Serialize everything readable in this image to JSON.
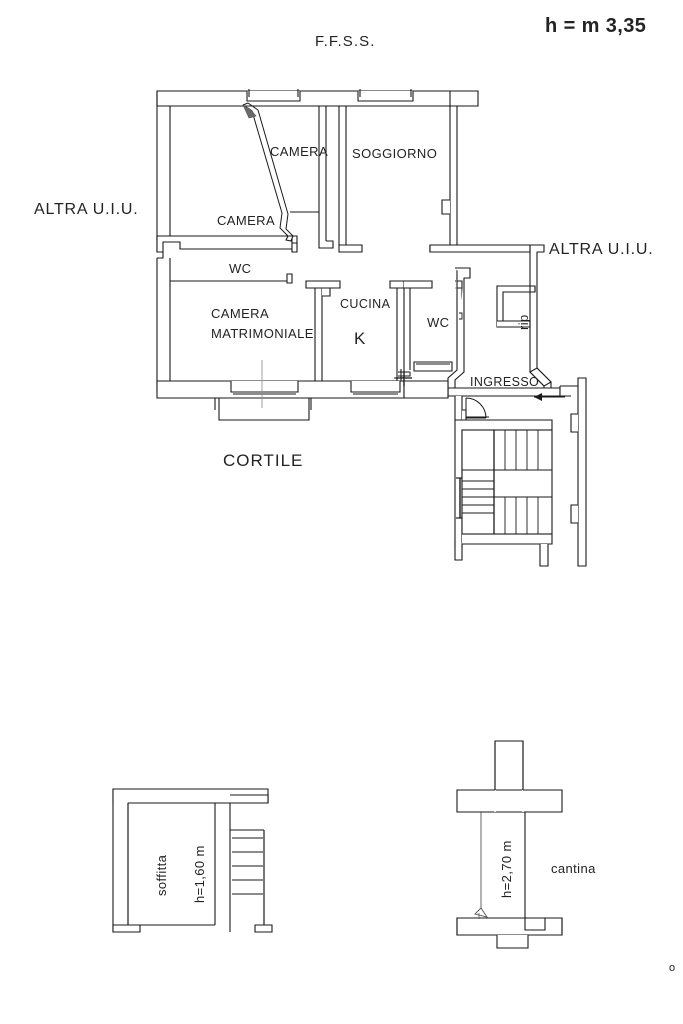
{
  "document": {
    "kind": "architectural-floor-plan",
    "language": "it"
  },
  "header": {
    "railway_label": "F.F.S.S.",
    "height_note": "h = m 3,35"
  },
  "neighbors": {
    "left_label": "ALTRA U.I.U.",
    "right_label": "ALTRA U.I.U."
  },
  "main_plan": {
    "rooms": [
      {
        "id": "camera_1",
        "label": "CAMERA"
      },
      {
        "id": "camera_2",
        "label": "CAMERA"
      },
      {
        "id": "soggiorno",
        "label": "SOGGIORNO"
      },
      {
        "id": "wc_1",
        "label": "WC"
      },
      {
        "id": "camera_matrimoniale_line1",
        "label": "CAMERA"
      },
      {
        "id": "camera_matrimoniale_line2",
        "label": "MATRIMONIALE"
      },
      {
        "id": "cucina",
        "label": "CUCINA"
      },
      {
        "id": "cucina_symbol",
        "label": "K"
      },
      {
        "id": "wc_2",
        "label": "WC"
      },
      {
        "id": "ripostiglio",
        "label": "rip"
      },
      {
        "id": "ingresso",
        "label": "INGRESSO"
      }
    ],
    "courtyard_label": "CORTILE"
  },
  "attic": {
    "name_label": "soffitta",
    "height_label": "h=1,60 m"
  },
  "cellar": {
    "height_label": "h=2,70 m",
    "name_label": "cantina"
  },
  "corner_mark": {
    "glyph": "o"
  },
  "colors": {
    "ink": "#1a1a1a",
    "text": "#232323",
    "wall_fill": "#ffffff",
    "wall_stroke": "#1a1a1a",
    "thin_stroke": "#555555",
    "background": "#ffffff"
  }
}
